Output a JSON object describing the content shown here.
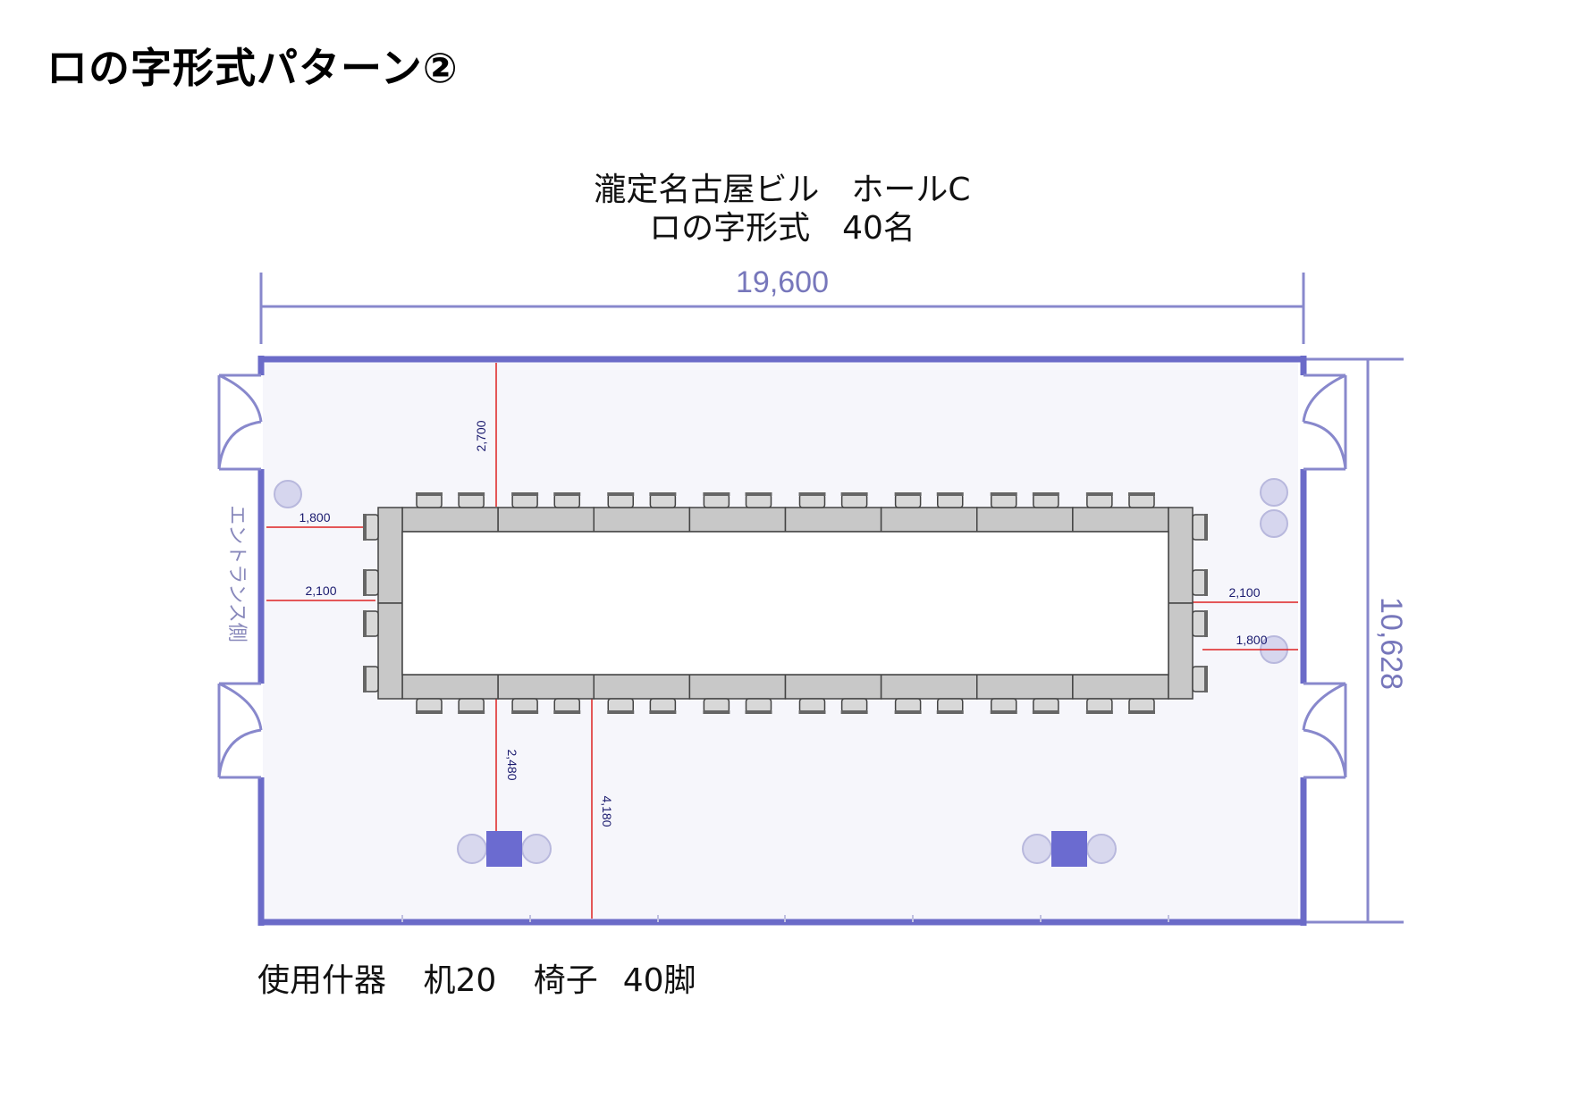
{
  "title": "ロの字形式パターン②",
  "header": {
    "line1": "瀧定名古屋ビル　ホールC",
    "line2": "ロの字形式　40名"
  },
  "dimensions": {
    "room_width": "19,600",
    "room_depth": "10,628",
    "top_gap": "2,700",
    "left_gap_upper": "1,800",
    "left_gap_lower": "2,100",
    "right_gap_upper": "2,100",
    "right_gap_lower": "1,800",
    "bottom_gap_a": "2,480",
    "bottom_gap_b": "4,180"
  },
  "entrance_label": "エントランス側",
  "footer": {
    "item_label": "使用什器",
    "desks": "机20",
    "chairs": "椅子",
    "chairs_count": "40脚"
  },
  "colors": {
    "wall": "#6b6bc8",
    "dim_line": "#7a7ac8",
    "table": "#c8c8c8",
    "red_line": "#d22",
    "podium": "#6b6bd0"
  }
}
